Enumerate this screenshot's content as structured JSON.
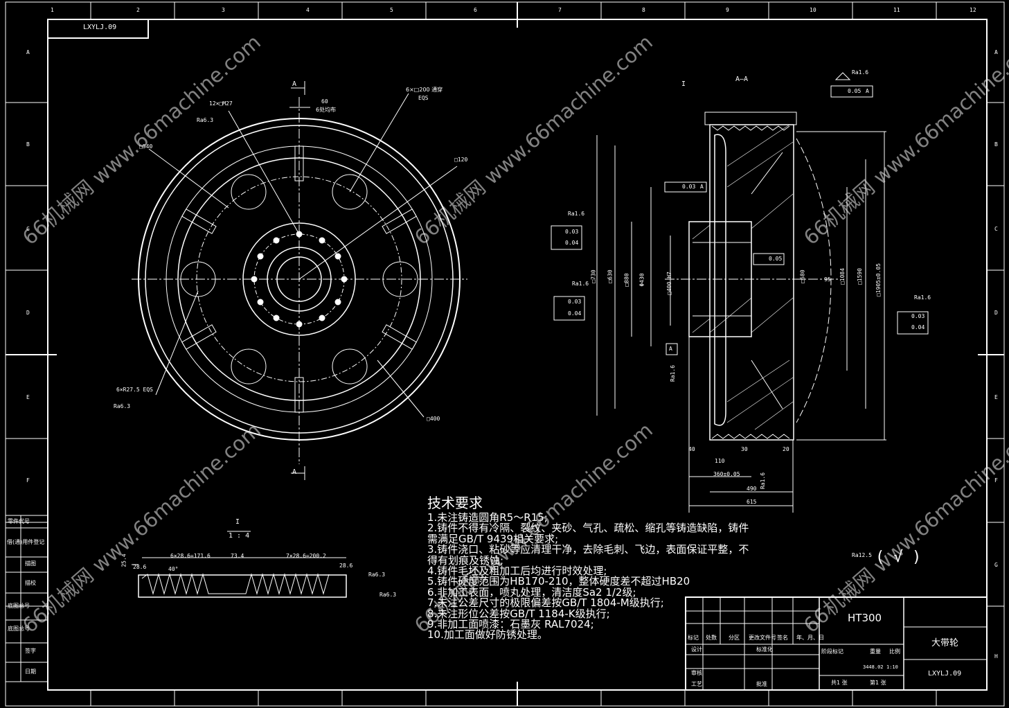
{
  "drawing_code": "LXYLJ.09",
  "part_name": "大带轮",
  "material": "HT300",
  "scale": "1:10",
  "section_label": "A—A",
  "detail_label": "I",
  "detail_scale": "1 : 4",
  "cut_marker": "A",
  "default_roughness": "Ra12.5",
  "roughness_paren": "( √ )",
  "tech_req": {
    "title": "技术要求",
    "items": [
      "1.未注铸造圆角R5～R15;",
      "2.铸件不得有冷隔、裂纹、夹砂、气孔、疏松、缩孔等铸造缺陷，铸件需满足GB/T 9439相关要求;",
      "3.铸件浇口、粘砂等应清理干净，去除毛刺、飞边，表面保证平整，不得有划痕及锈蚀;",
      "4.铸件毛坯及粗加工后均进行时效处理;",
      "5.铸件硬度范围为HB170-210，整体硬度差不超过HB20",
      "6.非加工表面，喷丸处理，清洁度Sa2 1/2级;",
      "7.未注公差尺寸的极限偏差按GB/T 1804-M级执行;",
      "8.未注形位公差按GB/T 1184-K级执行;",
      "9.非加工面喷漆：石墨灰 RAL7024;",
      "10.加工面做好防锈处理。"
    ]
  },
  "watermarks": [
    "66机械网 www.66machine.com"
  ],
  "zone_cols": [
    "1",
    "2",
    "3",
    "4",
    "5",
    "6",
    "7",
    "8",
    "9",
    "10",
    "11",
    "12"
  ],
  "zone_rows": [
    "A",
    "B",
    "C",
    "D",
    "E",
    "F",
    "G",
    "H"
  ],
  "left_table": [
    "零件代号",
    "借(通)用件登记",
    "描图",
    "描校",
    "底图总号",
    "底图总号",
    "签字",
    "日期"
  ],
  "title_block": {
    "row_labels": [
      "标记",
      "处数",
      "分区",
      "更改文件号",
      "签名",
      "年、月、日"
    ],
    "designer": "设计",
    "standard": "标准化",
    "reviewer": "审核",
    "process": "工艺",
    "approve": "批准",
    "stage_mark": "阶段标记",
    "weight": "重量",
    "ratio": "比例",
    "weight_value": "3448.02",
    "total_sheets": "共1 张",
    "sheet_no": "第1 张"
  },
  "front_view": {
    "dims": [
      "12×□M27",
      "Ra6.3",
      "60",
      "6处均布",
      "6×□200 通穿",
      "EQS",
      "□540",
      "□120",
      "6×R27.5 EQS",
      "Ra6.3",
      "□400"
    ]
  },
  "section_view": {
    "dims": [
      "Ra1.6",
      "0.05",
      "A",
      "0.03",
      "A",
      "Ra1.6",
      "0.03",
      "0.04",
      "Ra1.6",
      "0.03",
      "0.04",
      "Ra1.6",
      "0.03",
      "0.04",
      "0.05",
      "□730",
      "□630",
      "□880",
      "Φ430",
      "□400 H7",
      "□680",
      "□1084",
      "□1590",
      "□1905±0.05",
      "95",
      "Ra1.6",
      "40",
      "110",
      "30",
      "360±0.05",
      "490",
      "615",
      "Ra1.6",
      "20",
      "A"
    ]
  },
  "detail_view": {
    "dims": [
      "25.4",
      "28.6",
      "6×28.6=171.6",
      "73.4",
      "7×28.6=200.2",
      "28.6",
      "40°",
      "Ra6.3",
      "Ra6.3"
    ]
  },
  "colors": {
    "background": "#000000",
    "line": "#ffffff",
    "watermark": "#e6e6e6"
  }
}
